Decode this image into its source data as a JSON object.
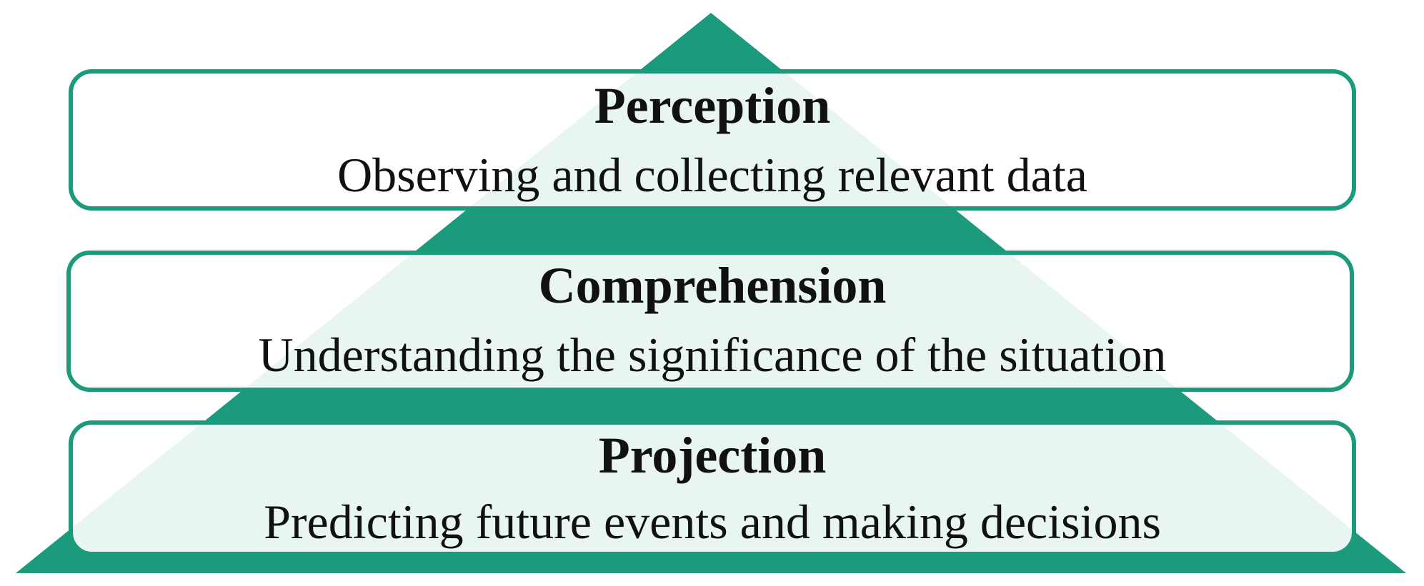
{
  "colors": {
    "pyramid": "#1b9a7c",
    "band_border": "#1b9a7c",
    "band_fill": "#ffffff"
  },
  "levels": [
    {
      "title": "Perception",
      "description": "Observing and collecting relevant data"
    },
    {
      "title": "Comprehension",
      "description": "Understanding the significance of the situation"
    },
    {
      "title": "Projection",
      "description": "Predicting future events and making decisions"
    }
  ]
}
